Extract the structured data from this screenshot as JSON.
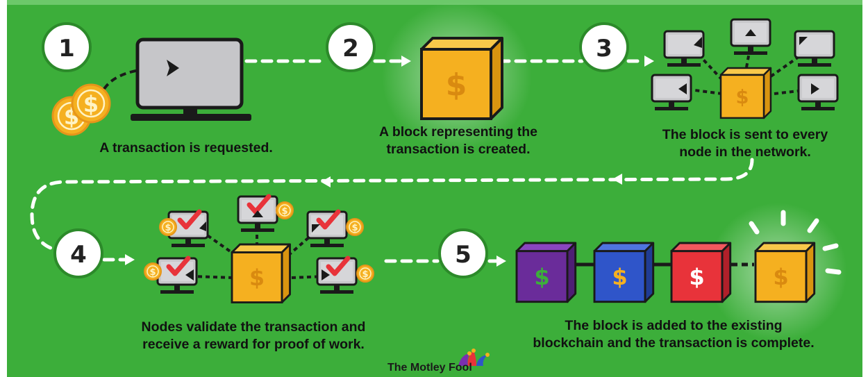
{
  "steps": [
    {
      "number": "1",
      "caption": "A transaction is requested."
    },
    {
      "number": "2",
      "caption": "A block representing the\ntransaction is created."
    },
    {
      "number": "3",
      "caption": "The block is sent to every\nnode in the network."
    },
    {
      "number": "4",
      "caption": "Nodes validate the transaction and\nreceive a reward for proof of work."
    },
    {
      "number": "5",
      "caption": "The block is added to the existing\nblockchain and the transaction is complete."
    }
  ],
  "brand": "The Motley Fool",
  "currency_symbol": "$",
  "colors": {
    "background": "#3cae3a",
    "block_orange": "#f5b020",
    "block_purple": "#6a2c9a",
    "block_blue": "#2f55c9",
    "block_red": "#e8333a",
    "check_red": "#e8333a",
    "dollar_green": "#3cae3a"
  },
  "icons": [
    "coins-icon",
    "monitor-icon",
    "block-icon",
    "network-node-icon",
    "checkmark-icon",
    "chain-link-icon",
    "jester-hat-icon"
  ]
}
